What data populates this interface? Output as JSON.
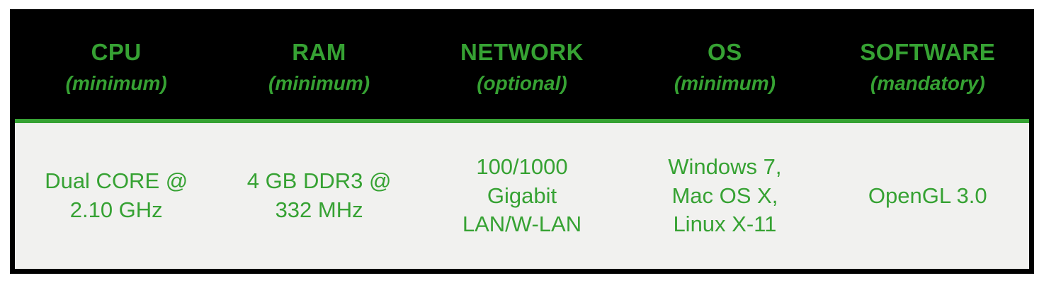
{
  "colors": {
    "accent_green": "#36a233",
    "header_bg": "#000000",
    "body_bg": "#f1f1ef",
    "frame_black": "#000000"
  },
  "table": {
    "columns": [
      {
        "header": "CPU",
        "qualifier": "(minimum)",
        "value": "Dual CORE @\n2.10 GHz"
      },
      {
        "header": "RAM",
        "qualifier": "(minimum)",
        "value": "4 GB DDR3 @\n332 MHz"
      },
      {
        "header": "NETWORK",
        "qualifier": "(optional)",
        "value": "100/1000\nGigabit\nLAN/W-LAN"
      },
      {
        "header": "OS",
        "qualifier": "(minimum)",
        "value": "Windows 7,\nMac OS X,\nLinux X-11"
      },
      {
        "header": "SOFTWARE",
        "qualifier": "(mandatory)",
        "value": "OpenGL 3.0"
      }
    ]
  },
  "chart_data": {
    "type": "table",
    "columns": [
      "CPU (minimum)",
      "RAM (minimum)",
      "NETWORK (optional)",
      "OS (minimum)",
      "SOFTWARE (mandatory)"
    ],
    "rows": [
      [
        "Dual CORE @ 2.10 GHz",
        "4 GB DDR3 @ 332 MHz",
        "100/1000 Gigabit LAN/W-LAN",
        "Windows 7, Mac OS X, Linux X-11",
        "OpenGL 3.0"
      ]
    ],
    "legend_position": "none",
    "grid": false
  }
}
